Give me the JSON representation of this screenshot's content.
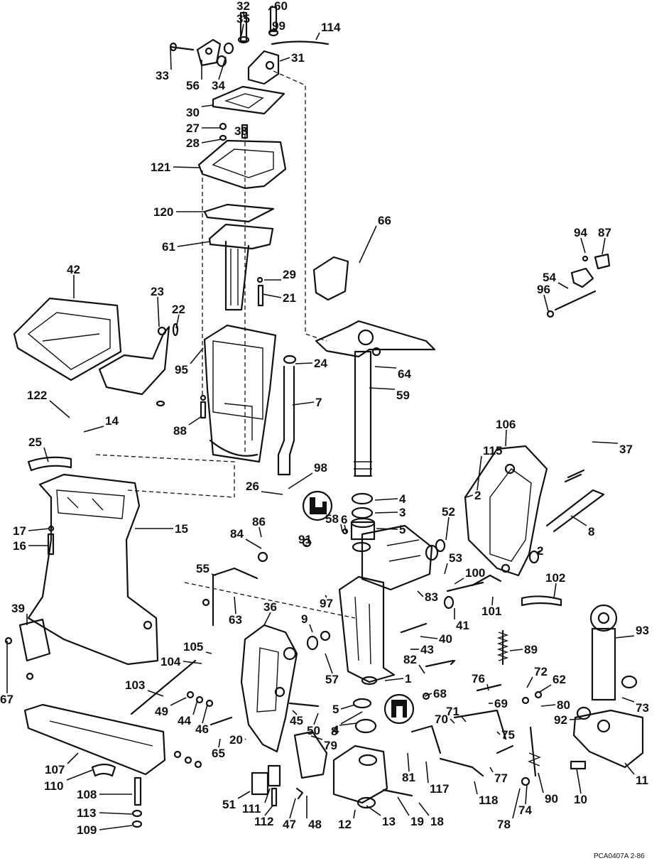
{
  "diagram": {
    "callouts": [
      "32",
      "60",
      "35",
      "99",
      "114",
      "33",
      "56",
      "34",
      "31",
      "30",
      "27",
      "38",
      "28",
      "121",
      "120",
      "61",
      "29",
      "21",
      "42",
      "23",
      "22",
      "95",
      "24",
      "7",
      "59",
      "64",
      "88",
      "122",
      "14",
      "25",
      "26",
      "98",
      "4",
      "3",
      "5",
      "6",
      "58",
      "86",
      "84",
      "91",
      "17",
      "16",
      "15",
      "55",
      "63",
      "36",
      "9",
      "97",
      "100",
      "83",
      "41",
      "102",
      "101",
      "43",
      "40",
      "57",
      "105",
      "104",
      "103",
      "49",
      "44",
      "46",
      "45",
      "50",
      "65",
      "20",
      "1",
      "82",
      "68",
      "69",
      "72",
      "62",
      "80",
      "76",
      "71",
      "70",
      "75",
      "77",
      "90",
      "92",
      "73",
      "93",
      "89",
      "107",
      "110",
      "108",
      "113",
      "109",
      "51",
      "111",
      "112",
      "47",
      "48",
      "12",
      "13",
      "19",
      "18",
      "79",
      "81",
      "117",
      "118",
      "78",
      "74",
      "10",
      "11",
      "39",
      "67",
      "66",
      "94",
      "87",
      "54",
      "96",
      "106",
      "115",
      "37",
      "2",
      "52",
      "53",
      "8",
      "2",
      "8",
      "4",
      "5"
    ],
    "footer": "PCA0407A  2-86"
  }
}
